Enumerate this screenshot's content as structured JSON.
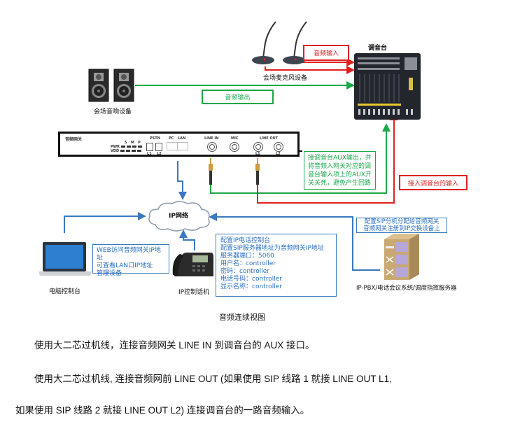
{
  "diagram": {
    "caption": "音频连续视图",
    "devices": {
      "speakers": {
        "label": "会场音响设备",
        "icon": "speaker-icon"
      },
      "microphones": {
        "label": "会场麦克风设备",
        "icon": "microphone-icon"
      },
      "mixer": {
        "label": "调音台",
        "icon": "mixer-icon"
      },
      "gateway": {
        "title": "音频网关",
        "leds": {
          "cols": [
            "S",
            "M",
            "P"
          ],
          "rows": [
            "PWR",
            "VDD"
          ]
        },
        "ports": {
          "pstn": "PSTN",
          "pstn_l1": "L1",
          "pstn_l2": "L2",
          "pc": "PC",
          "lan": "LAN",
          "line_in": "LINE IN",
          "mic": "MIC",
          "line_out": "LINE OUT",
          "line_out_l1": "L1",
          "line_out_l2": "L2"
        }
      },
      "cloud": {
        "label": "IP网络",
        "icon": "cloud-icon"
      },
      "laptop": {
        "label": "电脑控制台",
        "icon": "laptop-icon"
      },
      "phone": {
        "label": "IP控制话机",
        "icon": "ip-phone-icon"
      },
      "server": {
        "label": "IP-PBX/电话会议系统/调度指挥服务器",
        "icon": "server-icon"
      }
    },
    "labels": {
      "audio_input": "音频输入",
      "audio_output": "音频输出",
      "mixer_input": "接入调音台的输入"
    },
    "notes": {
      "aux": [
        "接调音台AUX输出，并",
        "将音频入网关对应的调",
        "音台输入项上的AUX开",
        "关关死，避免产生回路"
      ],
      "web": [
        "WEB访问音频网关IP地址",
        "可查看LAN口IP地址",
        "管理设备"
      ],
      "phone_config": [
        "配置IP电话控制台",
        "配置SIP服务器地址为音频网关IP地址",
        "服务器端口：5060",
        "用户名：controller",
        "密码：controller",
        "电话号码：controller",
        "显示名称：controller"
      ],
      "sip": [
        "配置SIP分机分配给音频网关",
        "音频网关注册到IP交换设备上"
      ]
    },
    "colors": {
      "green": "#1ca84a",
      "red": "#e02020",
      "blue": "#3a78c0"
    }
  },
  "paragraphs": [
    "使用大二芯过机线，连接音频网关 LINE IN 到调音台的 AUX 接口。",
    "使用大二芯过机线, 连接音频网前  LINE OUT (如果使用 SIP 线路 1 就接 LINE OUT L1,",
    "如果使用 SIP 线路 2 就接 LINE OUT L2)  连接调音台的一路音频输入。"
  ]
}
